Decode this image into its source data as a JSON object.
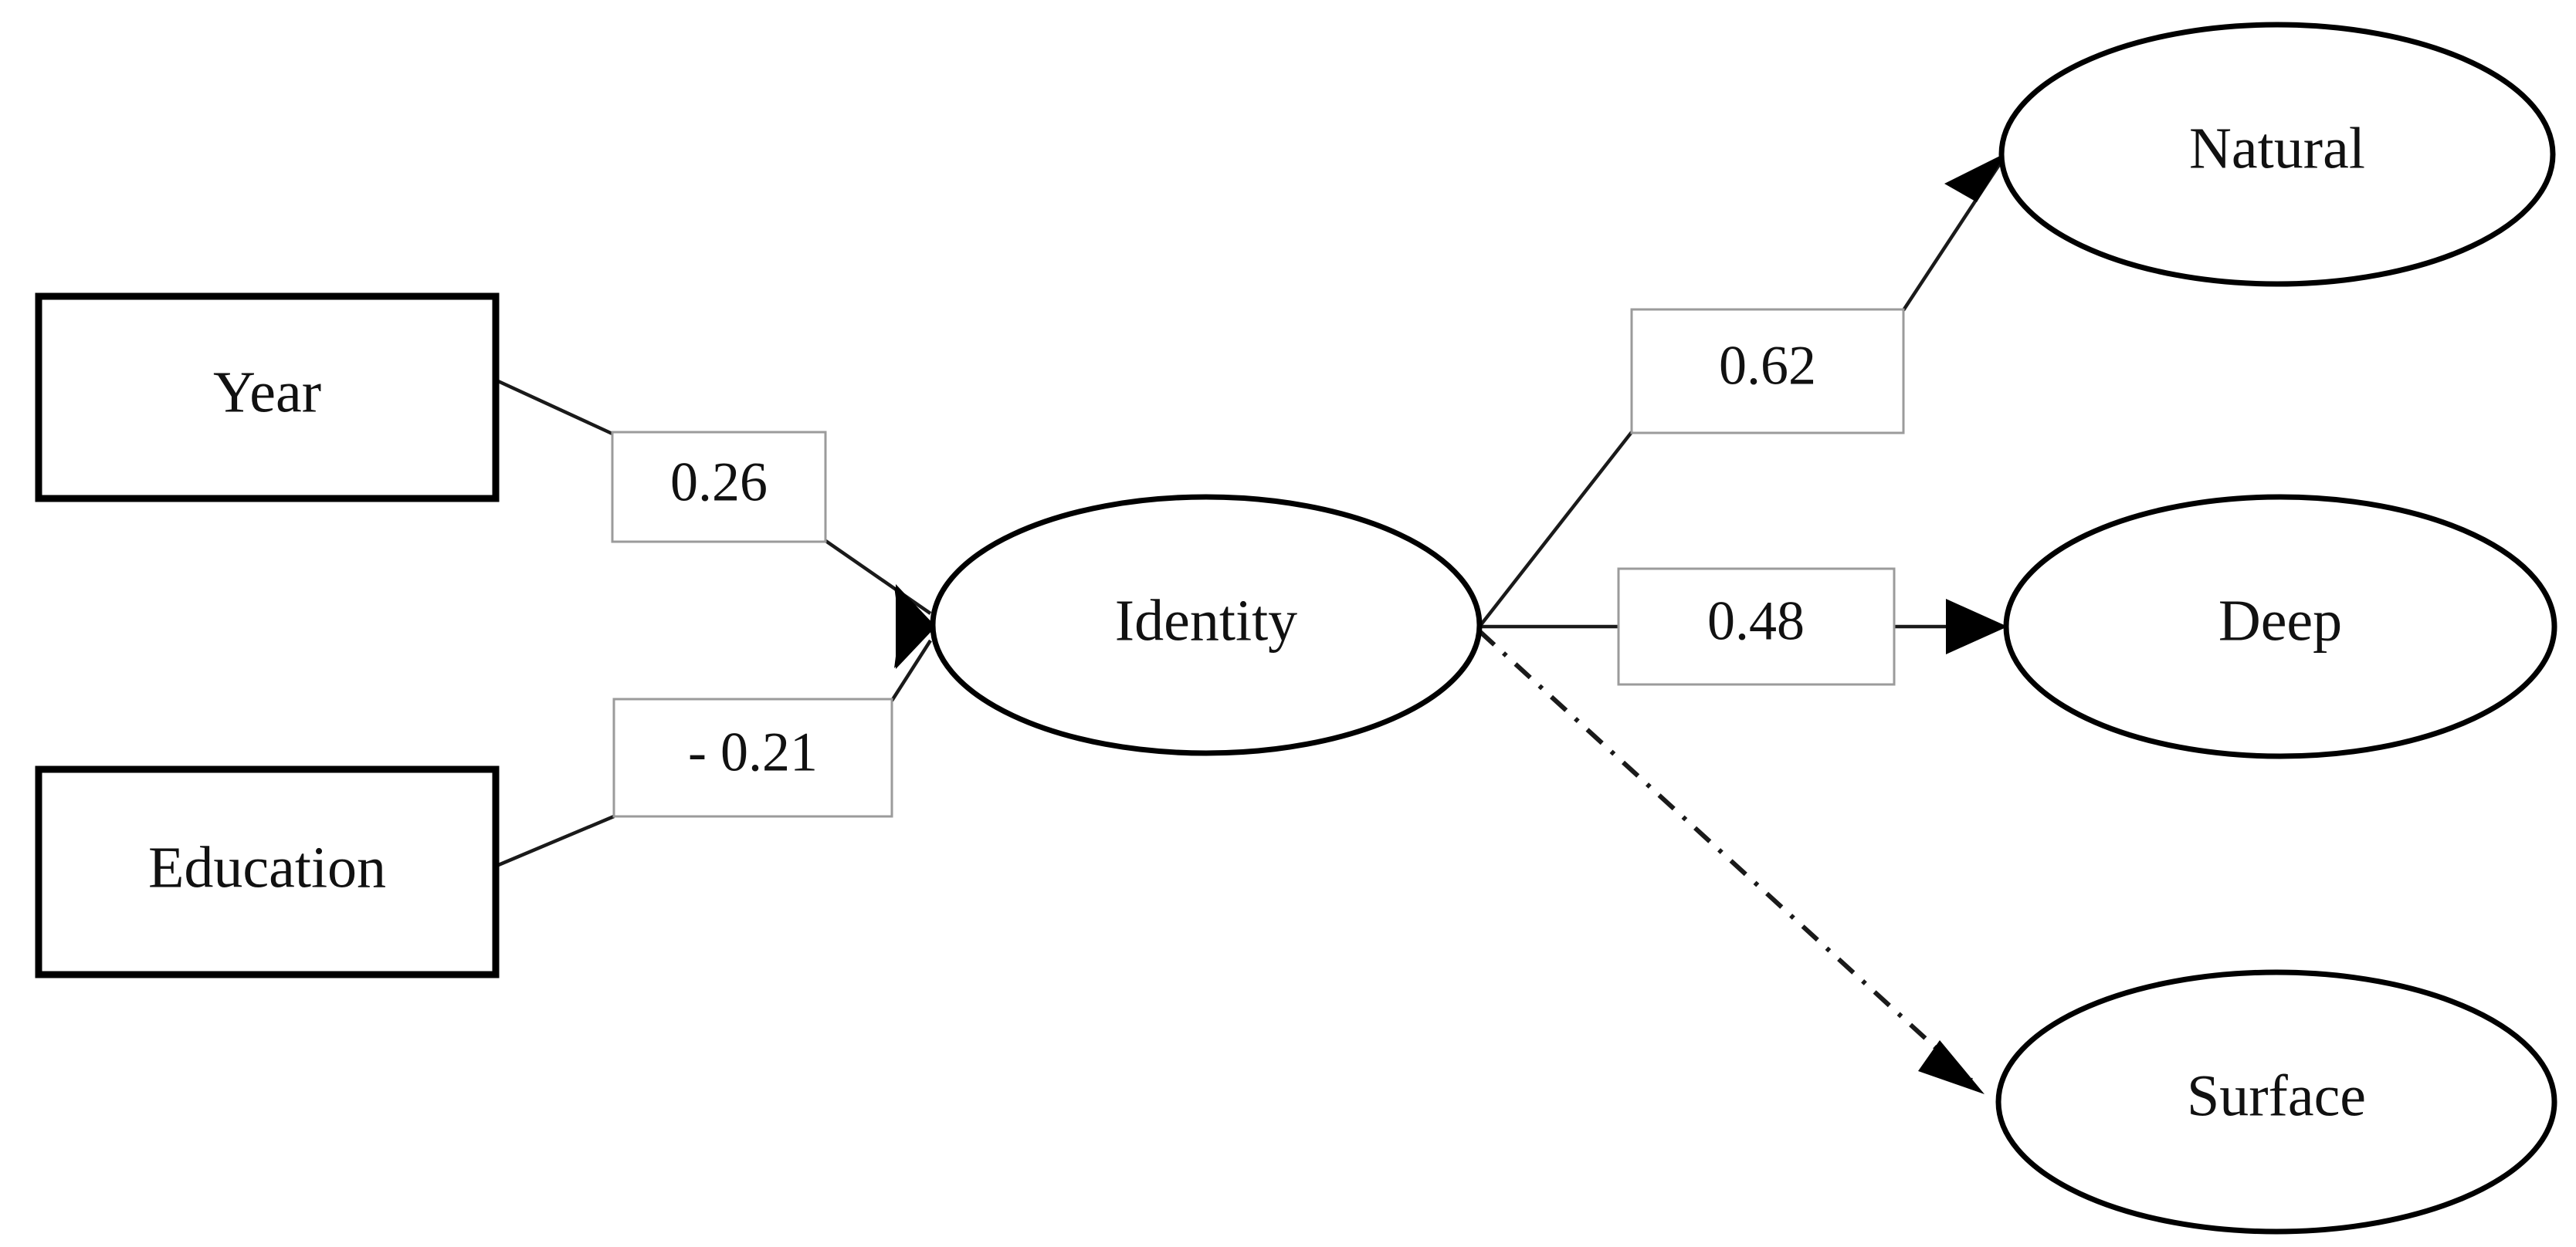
{
  "diagram": {
    "title": "Structural path diagram",
    "type": "path-diagram",
    "background_color": "#ffffff",
    "line_color": "#1a1a1a",
    "node_border_color": "#000000",
    "coef_box_border_color": "#9b9b9b",
    "observed_nodes": [
      {
        "id": "year",
        "label": "Year",
        "shape": "rectangle"
      },
      {
        "id": "education",
        "label": "Education",
        "shape": "rectangle"
      }
    ],
    "latent_nodes": [
      {
        "id": "identity",
        "label": "Identity",
        "shape": "ellipse"
      }
    ],
    "outcome_nodes": [
      {
        "id": "natural",
        "label": "Natural",
        "shape": "ellipse"
      },
      {
        "id": "deep",
        "label": "Deep",
        "shape": "ellipse"
      },
      {
        "id": "surface",
        "label": "Surface",
        "shape": "ellipse"
      }
    ],
    "paths": [
      {
        "id": "year-identity",
        "from": "Year",
        "to": "Identity",
        "coefficient": "0.26",
        "style": "solid",
        "arrow": true
      },
      {
        "id": "education-identity",
        "from": "Education",
        "to": "Identity",
        "coefficient": "- 0.21",
        "style": "solid",
        "arrow": true
      },
      {
        "id": "identity-natural",
        "from": "Identity",
        "to": "Natural",
        "coefficient": "0.62",
        "style": "solid",
        "arrow": true
      },
      {
        "id": "identity-deep",
        "from": "Identity",
        "to": "Deep",
        "coefficient": "0.48",
        "style": "solid",
        "arrow": true
      },
      {
        "id": "identity-surface",
        "from": "Identity",
        "to": "Surface",
        "coefficient": "",
        "style": "dash-dot",
        "arrow": true
      }
    ]
  },
  "chart_data": {
    "type": "diagram",
    "title": "Path model: Identity mediating Year and Education on learning approaches",
    "nodes": [
      "Year",
      "Education",
      "Identity",
      "Natural",
      "Deep",
      "Surface"
    ],
    "edges": [
      {
        "source": "Year",
        "target": "Identity",
        "value": 0.26,
        "label": "0.26",
        "line": "solid"
      },
      {
        "source": "Education",
        "target": "Identity",
        "value": -0.21,
        "label": "- 0.21",
        "line": "solid"
      },
      {
        "source": "Identity",
        "target": "Natural",
        "value": 0.62,
        "label": "0.62",
        "line": "solid"
      },
      {
        "source": "Identity",
        "target": "Deep",
        "value": 0.48,
        "label": "0.48",
        "line": "solid"
      },
      {
        "source": "Identity",
        "target": "Surface",
        "value": null,
        "label": "",
        "line": "dash-dot"
      }
    ]
  },
  "labels": {
    "year": "Year",
    "education": "Education",
    "identity": "Identity",
    "natural": "Natural",
    "deep": "Deep",
    "surface": "Surface",
    "coef_year": "0.26",
    "coef_education": "- 0.21",
    "coef_natural": "0.62",
    "coef_deep": "0.48"
  }
}
